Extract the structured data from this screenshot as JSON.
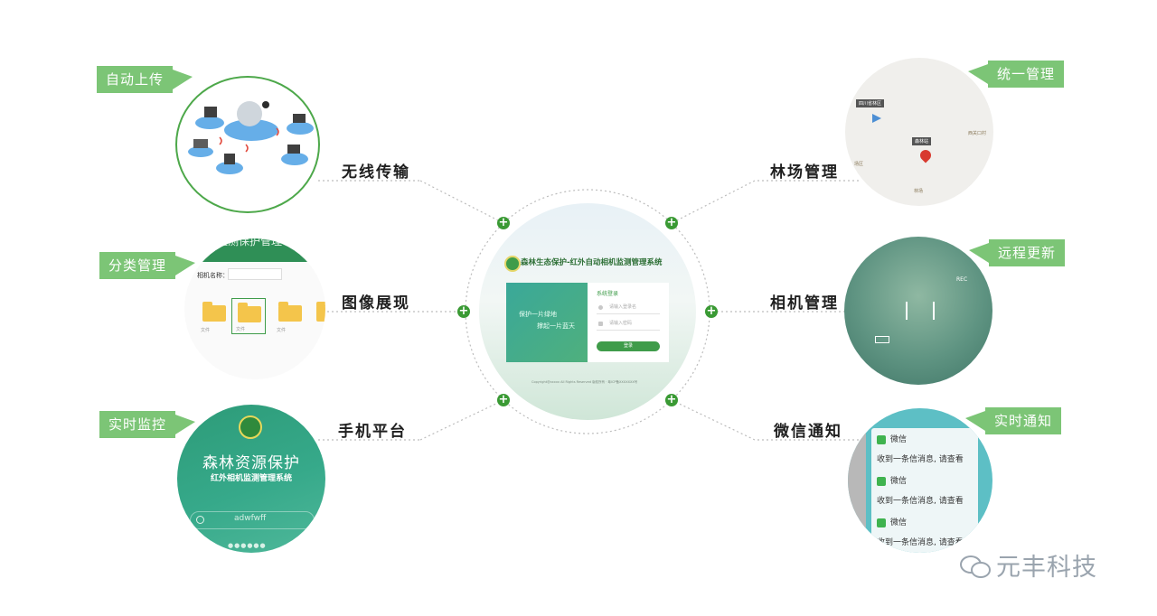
{
  "center": {
    "title": "森林生态保护-红外自动相机监测管理系统",
    "slogan1": "保护一片绿地",
    "slogan2": "撑起一片蓝天",
    "login_title": "系统登录",
    "username_placeholder": "请输入登录名",
    "password_placeholder": "请输入密码",
    "login_button": "登录",
    "footer": "Copyright@xxxxx All Rights Reserved 版权所有 · 粤ICP备XXXXXXX号"
  },
  "left": [
    {
      "tag": "自动上传",
      "label": "无线传输"
    },
    {
      "tag": "分类管理",
      "label": "图像展现"
    },
    {
      "tag": "实时监控",
      "label": "手机平台"
    }
  ],
  "right": [
    {
      "tag": "统一管理",
      "label": "林场管理"
    },
    {
      "tag": "远程更新",
      "label": "相机管理"
    },
    {
      "tag": "实时通知",
      "label": "微信通知"
    }
  ],
  "classify_screen": {
    "header": "源监测保护管理",
    "filter_label": "相机名称：",
    "folder_caption": "文件"
  },
  "map_screen": {
    "marker1": "四川省林区",
    "marker2": "森林站",
    "place1": "西关口村",
    "place2": "场区",
    "place3": "林场"
  },
  "camera_screen": {
    "rec": "REC"
  },
  "mobile_screen": {
    "title": "森林资源保护",
    "subtitle": "红外相机监测管理系统",
    "username": "adwfwff"
  },
  "wechat_screen": {
    "app": "微信",
    "text": "收到一条信消息, 请查看"
  },
  "watermark": "元丰科技",
  "colors": {
    "accent": "#7cc576",
    "dot": "#3a9a34",
    "login": "#3f9c4a"
  }
}
